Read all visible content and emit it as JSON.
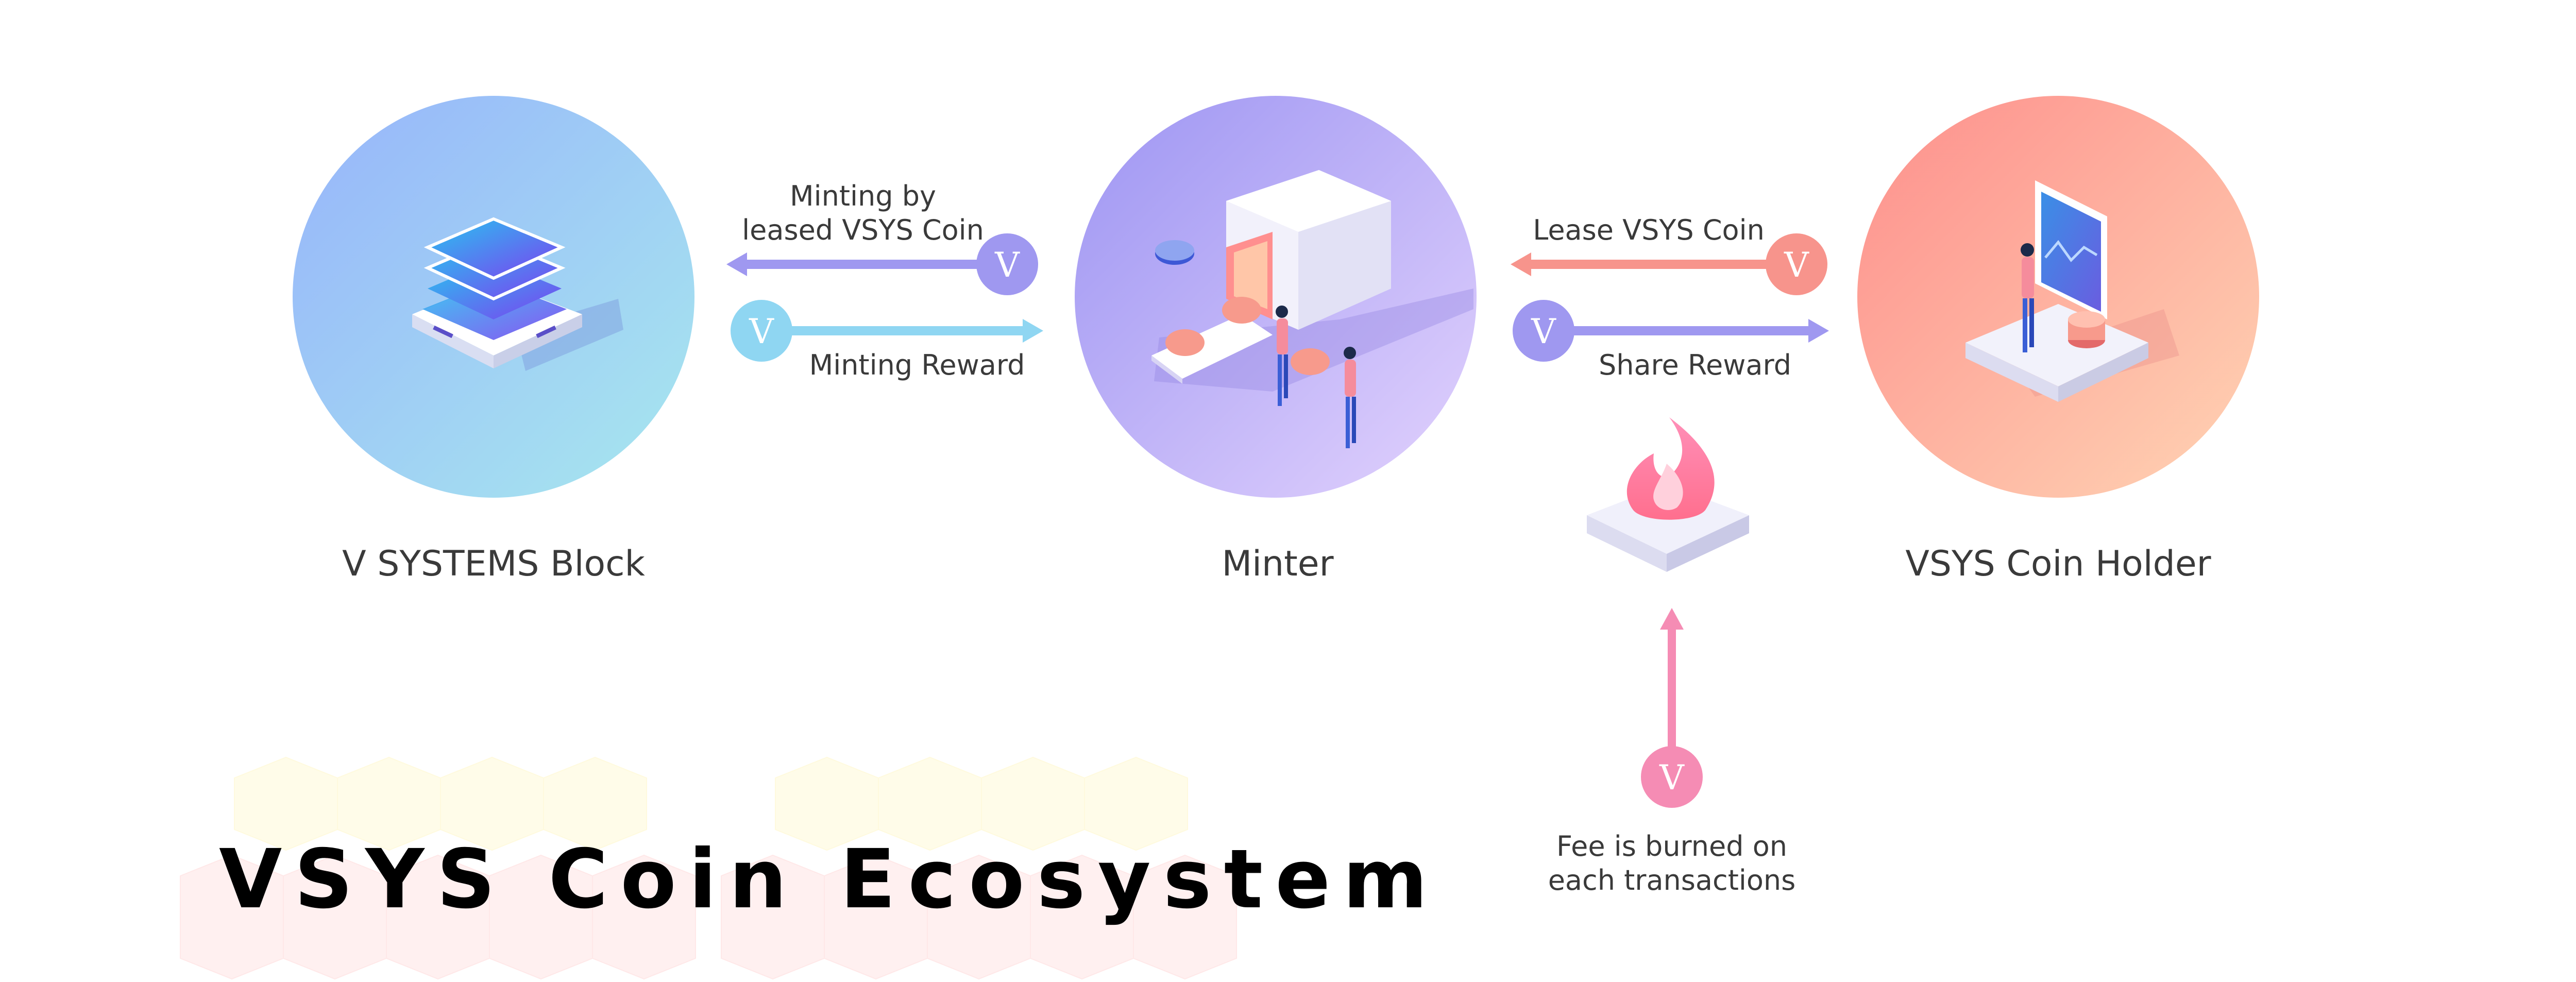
{
  "nodes": {
    "block": {
      "label": "V SYSTEMS Block",
      "icon": "block-stack-icon"
    },
    "minter": {
      "label": "Minter",
      "icon": "minting-machine-icon"
    },
    "holder": {
      "label": "VSYS Coin Holder",
      "icon": "coin-holder-icon"
    }
  },
  "arrows": {
    "minting_by_lease": {
      "text": "Minting by\nleased VSYS Coin"
    },
    "minting_reward": {
      "text": "Minting Reward"
    },
    "lease_coin": {
      "text": "Lease VSYS Coin"
    },
    "share_reward": {
      "text": "Share Reward"
    },
    "fee_burned": {
      "text": "Fee is burned on\neach transactions"
    }
  },
  "title": "VSYS Coin Ecosystem",
  "colors": {
    "purple_arrow": "#9f98f0",
    "blue_arrow": "#8fd6f2",
    "salmon_arrow": "#f7948c",
    "pink_arrow": "#f58cb4",
    "title": "#000000"
  }
}
